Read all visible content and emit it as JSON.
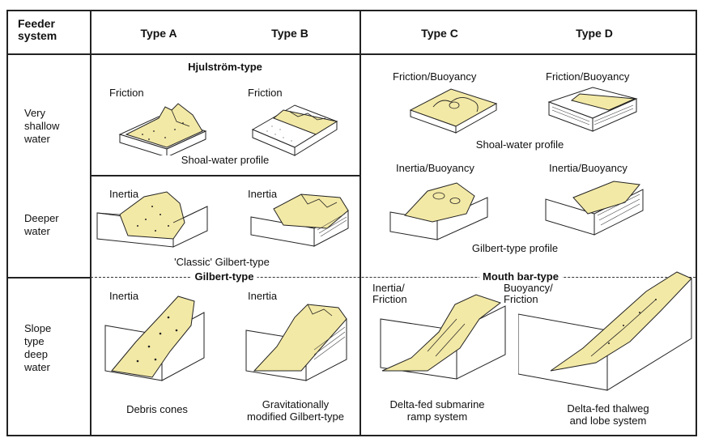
{
  "headers": {
    "feeder": "Feeder\nsystem",
    "type_a": "Type A",
    "type_b": "Type B",
    "type_c": "Type C",
    "type_d": "Type D"
  },
  "rows": {
    "very_shallow": "Very\nshallow\nwater",
    "deeper": "Deeper\nwater",
    "slope": "Slope\ntype\ndeep\nwater"
  },
  "groups": {
    "hjulstrom": "Hjulström-type",
    "gilbert": "Gilbert-type",
    "mouth_bar": "Mouth bar-type"
  },
  "labels": {
    "a1_mech": "Friction",
    "b1_mech": "Friction",
    "c1_mech": "Friction/Buoyancy",
    "d1_mech": "Friction/Buoyancy",
    "ab1_caption": "Shoal-water profile",
    "cd1_caption": "Shoal-water profile",
    "a2_mech": "Inertia",
    "b2_mech": "Inertia",
    "c2_mech": "Inertia/Buoyancy",
    "d2_mech": "Inertia/Buoyancy",
    "ab2_caption": "'Classic' Gilbert-type",
    "cd2_caption": "Gilbert-type profile",
    "a3_mech": "Inertia",
    "b3_mech": "Inertia",
    "c3_mech": "Inertia/\nFriction",
    "d3_mech": "Buoyancy/\nFriction",
    "a3_caption": "Debris cones",
    "b3_caption": "Gravitationally\nmodified Gilbert-type",
    "c3_caption": "Delta-fed submarine\nramp system",
    "d3_caption": "Delta-fed thalweg\nand lobe system"
  },
  "colors": {
    "sediment": "#f3e9a6",
    "sediment_dark": "#e3d27a",
    "line": "#222222"
  }
}
